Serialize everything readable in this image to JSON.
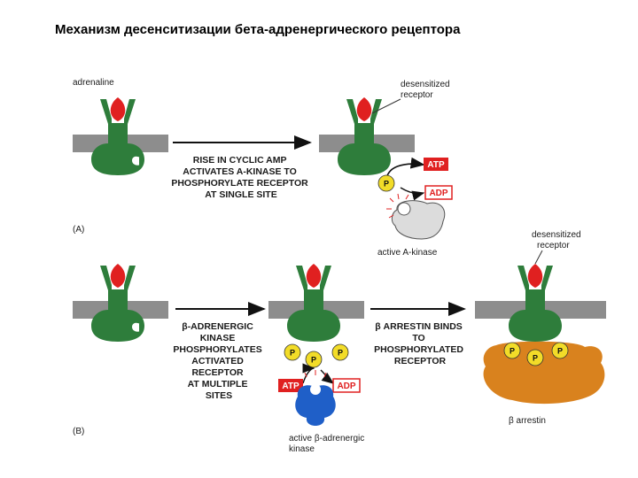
{
  "title": "Механизм десенситизации бета-адренергического рецептора",
  "colors": {
    "membrane": "#8d8d8d",
    "receptor": "#2e7d3b",
    "receptor_dark": "#1f5a2a",
    "ligand": "#e02020",
    "phosphate": "#f2dc28",
    "atp_box": "#e02020",
    "a_kinase": "#dcdcdc",
    "beta_kinase": "#1f5fc8",
    "arrestin": "#d9821e"
  },
  "panel_a": {
    "label": "(A)",
    "ligand_label": "adrenaline",
    "arrow_text": [
      "RISE IN CYCLIC AMP",
      "ACTIVATES A-KINASE TO",
      "PHOSPHORYLATE RECEPTOR",
      "AT SINGLE SITE"
    ],
    "result_label": [
      "desensitized",
      "receptor"
    ],
    "atp": "ATP",
    "adp": "ADP",
    "p": "P",
    "kinase_label": "active A-kinase"
  },
  "panel_b": {
    "label": "(B)",
    "arrow1_text": [
      "β-ADRENERGIC",
      "KINASE",
      "PHOSPHORYLATES",
      "ACTIVATED",
      "RECEPTOR",
      "AT MULTIPLE",
      "SITES"
    ],
    "arrow2_text": [
      "β ARRESTIN BINDS",
      "TO",
      "PHOSPHORYLATED",
      "RECEPTOR"
    ],
    "result_label": [
      "desensitized",
      "receptor"
    ],
    "atp": "ATP",
    "adp": "ADP",
    "p": "P",
    "kinase_label": [
      "active β-adrenergic",
      "kinase"
    ],
    "arrestin_label": "β arrestin"
  }
}
